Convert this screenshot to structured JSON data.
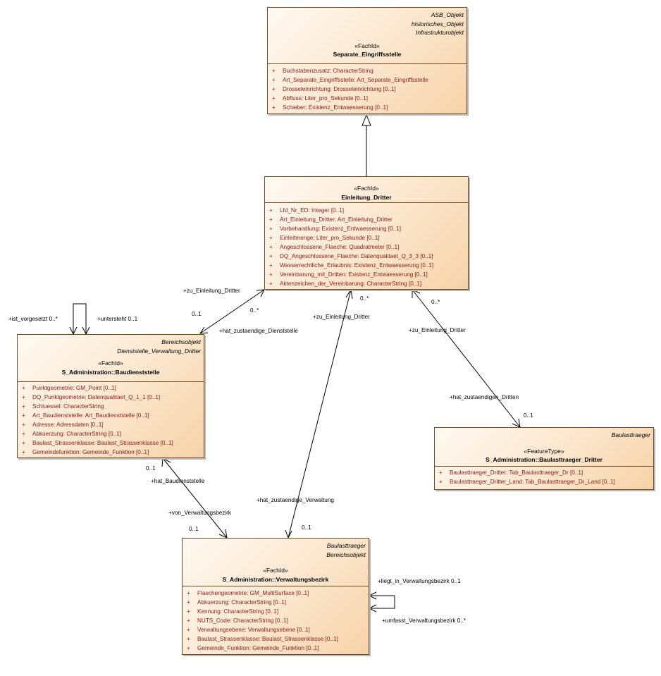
{
  "classes": {
    "separate": {
      "tags": [
        "ASB_Objekt",
        "historisches_Objekt",
        "Infrastrukturobjekt"
      ],
      "stereotype": "«FachId»",
      "name": "Separate_Eingriffsstelle",
      "attributes": [
        {
          "vis": "+",
          "text": "Buchstabenzusatz: CharacterString"
        },
        {
          "vis": "+",
          "text": "Art_Separate_Eingriffsstelle: Art_Separate_Eingriffsstelle"
        },
        {
          "vis": "+",
          "text": "Drosseleinrichtung: Drosseleinrichtung [0..1]"
        },
        {
          "vis": "+",
          "text": "Abfluss: Liter_pro_Sekunde [0..1]"
        },
        {
          "vis": "+",
          "text": "Schieber: Existenz_Entwaesserung [0..1]"
        }
      ]
    },
    "einleitung": {
      "stereotype": "«FachId»",
      "name": "Einleitung_Dritter",
      "attributes": [
        {
          "vis": "+",
          "text": "Lfd_Nr_ED: Integer [0..1]"
        },
        {
          "vis": "+",
          "text": "Art_Einleitung_Dritter: Art_Einleitung_Dritter"
        },
        {
          "vis": "+",
          "text": "Vorbehandlung: Existenz_Entwaesserung [0..1]"
        },
        {
          "vis": "+",
          "text": "Einleitmenge: Liter_pro_Sekunde [0..1]"
        },
        {
          "vis": "+",
          "text": "Angeschlossene_Flaeche: Quadratmeter [0..1]"
        },
        {
          "vis": "+",
          "text": "DQ_Angeschlossene_Flaeche: Datenqualitaet_Q_3_3 [0..1]"
        },
        {
          "vis": "+",
          "text": "Wasserrechtliche_Erlaubnis: Existenz_Entwaesserung [0..1]"
        },
        {
          "vis": "+",
          "text": "Vereinbarung_mit_Dritten: Existenz_Entwaesserung [0..1]"
        },
        {
          "vis": "+",
          "text": "Aktenzeichen_der_Vereinbarung: CharacterString [0..1]"
        }
      ]
    },
    "baudienststelle": {
      "tags": [
        "Bereichsobjekt",
        "Dienststelle_Verwaltung_Dritter"
      ],
      "stereotype": "«FachId»",
      "name": "S_Administration::Baudienststelle",
      "attributes": [
        {
          "vis": "+",
          "text": "Punktgeometrie: GM_Point [0..1]"
        },
        {
          "vis": "+",
          "text": "DQ_Punktgeometrie: Datenqualitaet_Q_1_1 [0..1]"
        },
        {
          "vis": "+",
          "text": "Schluessel: CharacterString"
        },
        {
          "vis": "+",
          "text": "Art_Baudienststelle: Art_Baudienststelle [0..1]"
        },
        {
          "vis": "+",
          "text": "Adresse: Adressdaten [0..1]"
        },
        {
          "vis": "+",
          "text": "Abkuerzung: CharacterString [0..1]"
        },
        {
          "vis": "+",
          "text": "Baulast_Strassenklasse: Baulast_Strassenklasse [0..1]"
        },
        {
          "vis": "+",
          "text": "Gemeindefunktion: Gemeinde_Funktion [0..1]"
        }
      ]
    },
    "baulasttraeger": {
      "tags": [
        "Baulasttraeger"
      ],
      "stereotype": "«FeatureType»",
      "name": "S_Administration::Baulasttraeger_Dritter",
      "attributes": [
        {
          "vis": "+",
          "text": "Baulasttraeger_Dritter: Tab_Baulasttraeger_Dr [0..1]"
        },
        {
          "vis": "+",
          "text": "Baulasttraeger_Dritter_Land: Tab_Baulasttraeger_Dr_Land [0..1]"
        }
      ]
    },
    "verwaltungsbezirk": {
      "tags": [
        "Baulasttraeger",
        "Bereichsobjekt"
      ],
      "stereotype": "«FachId»",
      "name": "S_Administration::Verwaltungsbezirk",
      "attributes": [
        {
          "vis": "+",
          "text": "Flaechengeometrie: GM_MultiSurface [0..1]"
        },
        {
          "vis": "+",
          "text": "Abkuerzung: CharacterString [0..1]"
        },
        {
          "vis": "+",
          "text": "Kennung: CharacterString [0..1]"
        },
        {
          "vis": "+",
          "text": "NUTS_Code: CharacterString [0..1]"
        },
        {
          "vis": "+",
          "text": "Verwaltungsebene: Verwaltungsebene [0..1]"
        },
        {
          "vis": "+",
          "text": "Baulast_Strassenklasse: Baulast_Strassenklasse [0..1]"
        },
        {
          "vis": "+",
          "text": "Gemeinde_Funktion: Gemeinde_Funktion [0..1]"
        }
      ]
    }
  },
  "labels": {
    "ist_vorgesetzt": "+ist_vorgesetzt 0..*",
    "untersteht": "+untersteht 0..1",
    "zu_einleitung_1": "+zu_Einleitung_Dritter",
    "mult_0_1_a": "0..1",
    "mult_0_star_a": "0..*",
    "hat_zust_dienststelle": "+hat_zustaendige_Dienststelle",
    "mult_0_star_b": "0..*",
    "zu_einleitung_2": "+zu_Einleitung_Dritter",
    "mult_0_star_c": "0..*",
    "zu_einleitung_3": "+zu_Einleitung_Dritter",
    "hat_zust_dritten": "+hat_zustaendigen_Dritten",
    "mult_0_1_b": "0..1",
    "mult_0_1_c": "0..1",
    "hat_baudienststelle": "+hat_Baudienststelle",
    "von_verwaltungsbezirk": "+von_Verwaltungsbezirk",
    "mult_0_1_d": "0..1",
    "hat_zust_verwaltung": "+hat_zustaendige_Verwaltung",
    "mult_0_1_e": "0..1",
    "liegt_in": "+liegt_in_Verwaltungsbezirk 0..1",
    "umfasst": "+umfasst_Verwaltungsbezirk 0..*"
  }
}
